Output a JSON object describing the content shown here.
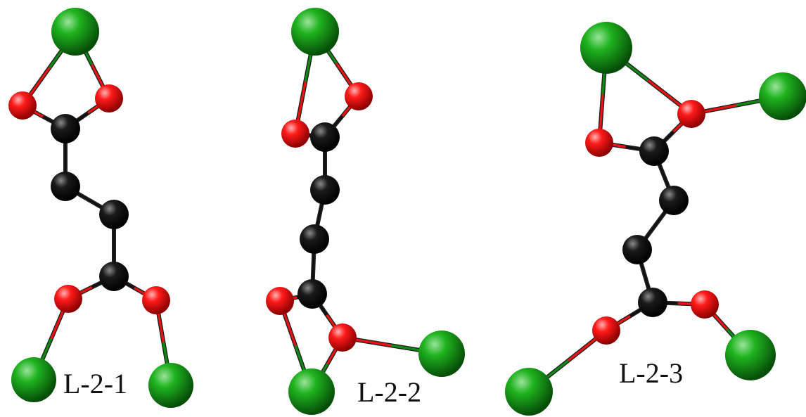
{
  "figure": {
    "labels": {
      "first": "L-2-1",
      "second": "L-2-2",
      "third": "L-2-3"
    },
    "atom_colors": {
      "metal": "#0e8a12",
      "oxygen": "#ee1111",
      "carbon": "#111111"
    },
    "atom_types": [
      "metal",
      "oxygen",
      "carbon"
    ]
  }
}
